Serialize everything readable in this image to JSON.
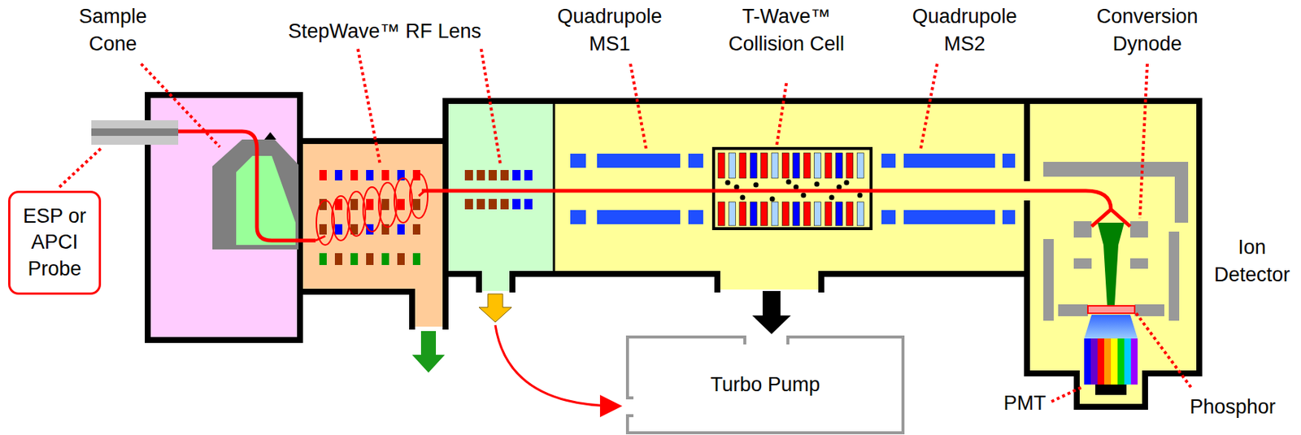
{
  "diagram": {
    "nodes": [
      {
        "text": [
          "ESP or APCI Probe"
        ]
      },
      {
        "text": [
          "Turbo Pump"
        ]
      }
    ],
    "labels": [
      "Sample Cone",
      "StepWave™ RF Lens",
      "Quadrupole MS1",
      "T-Wave™ Collision Cell",
      "Quadrupole MS2",
      "Conversion Dynode",
      "Ion Detector",
      "PMT",
      "Phosphor"
    ]
  }
}
